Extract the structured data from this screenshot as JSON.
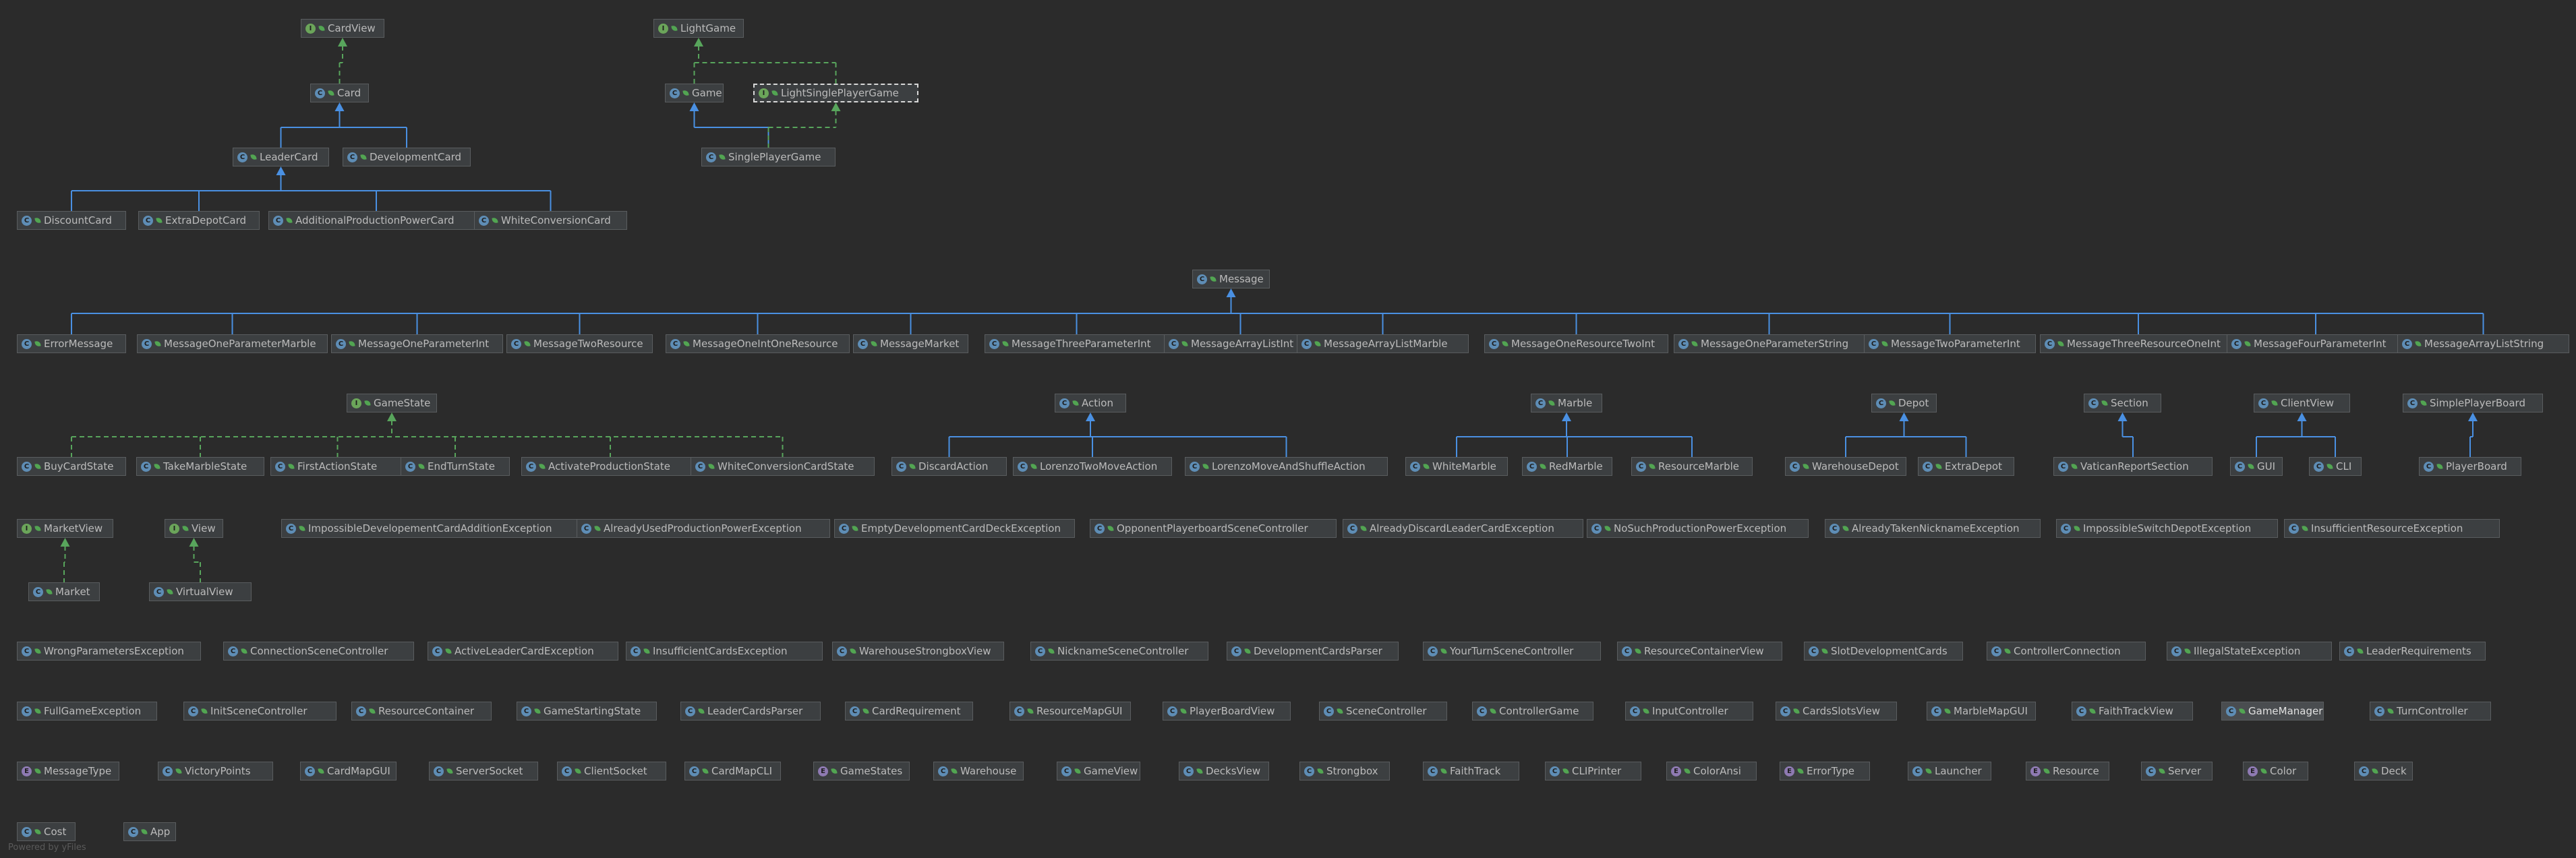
{
  "colors": {
    "background": "#2b2b2b",
    "node_fill": "#3c3f41",
    "node_border": "#5a5d5f",
    "extends_edge": "#4a90e2",
    "implements_edge": "#58a55c",
    "class_badge": "#5e8db5",
    "interface_badge": "#6ba55a"
  },
  "watermark": "Powered by yFiles",
  "nodes": [
    {
      "id": "CardView",
      "label": "CardView",
      "kind": "i"
    },
    {
      "id": "Card",
      "label": "Card",
      "kind": "a"
    },
    {
      "id": "LeaderCard",
      "label": "LeaderCard",
      "kind": "a"
    },
    {
      "id": "DevelopmentCard",
      "label": "DevelopmentCard",
      "kind": "c"
    },
    {
      "id": "DiscountCard",
      "label": "DiscountCard",
      "kind": "c"
    },
    {
      "id": "ExtraDepotCard",
      "label": "ExtraDepotCard",
      "kind": "c"
    },
    {
      "id": "AdditionalProductionPowerCard",
      "label": "AdditionalProductionPowerCard",
      "kind": "c"
    },
    {
      "id": "WhiteConversionCard",
      "label": "WhiteConversionCard",
      "kind": "c"
    },
    {
      "id": "LightGame",
      "label": "LightGame",
      "kind": "i"
    },
    {
      "id": "Game",
      "label": "Game",
      "kind": "c"
    },
    {
      "id": "LightSinglePlayerGame",
      "label": "LightSinglePlayerGame",
      "kind": "i"
    },
    {
      "id": "SinglePlayerGame",
      "label": "SinglePlayerGame",
      "kind": "c"
    },
    {
      "id": "Message",
      "label": "Message",
      "kind": "c"
    },
    {
      "id": "ErrorMessage",
      "label": "ErrorMessage",
      "kind": "c"
    },
    {
      "id": "MessageOneParameterMarble",
      "label": "MessageOneParameterMarble",
      "kind": "c"
    },
    {
      "id": "MessageOneParameterInt",
      "label": "MessageOneParameterInt",
      "kind": "c"
    },
    {
      "id": "MessageTwoResource",
      "label": "MessageTwoResource",
      "kind": "c"
    },
    {
      "id": "MessageOneIntOneResource",
      "label": "MessageOneIntOneResource",
      "kind": "c"
    },
    {
      "id": "MessageMarket",
      "label": "MessageMarket",
      "kind": "c"
    },
    {
      "id": "MessageThreeParameterInt",
      "label": "MessageThreeParameterInt",
      "kind": "c"
    },
    {
      "id": "MessageArrayListInt",
      "label": "MessageArrayListInt",
      "kind": "c"
    },
    {
      "id": "MessageArrayListMarble",
      "label": "MessageArrayListMarble",
      "kind": "c"
    },
    {
      "id": "MessageOneResourceTwoInt",
      "label": "MessageOneResourceTwoInt",
      "kind": "c"
    },
    {
      "id": "MessageOneParameterString",
      "label": "MessageOneParameterString",
      "kind": "c"
    },
    {
      "id": "MessageTwoParameterInt",
      "label": "MessageTwoParameterInt",
      "kind": "c"
    },
    {
      "id": "MessageThreeResourceOneInt",
      "label": "MessageThreeResourceOneInt",
      "kind": "c"
    },
    {
      "id": "MessageFourParameterInt",
      "label": "MessageFourParameterInt",
      "kind": "c"
    },
    {
      "id": "MessageArrayListString",
      "label": "MessageArrayListString",
      "kind": "c"
    },
    {
      "id": "GameState",
      "label": "GameState",
      "kind": "i"
    },
    {
      "id": "BuyCardState",
      "label": "BuyCardState",
      "kind": "c"
    },
    {
      "id": "TakeMarbleState",
      "label": "TakeMarbleState",
      "kind": "c"
    },
    {
      "id": "FirstActionState",
      "label": "FirstActionState",
      "kind": "c"
    },
    {
      "id": "EndTurnState",
      "label": "EndTurnState",
      "kind": "c"
    },
    {
      "id": "ActivateProductionState",
      "label": "ActivateProductionState",
      "kind": "c"
    },
    {
      "id": "WhiteConversionCardState",
      "label": "WhiteConversionCardState",
      "kind": "c"
    },
    {
      "id": "Action",
      "label": "Action",
      "kind": "c"
    },
    {
      "id": "DiscardAction",
      "label": "DiscardAction",
      "kind": "c"
    },
    {
      "id": "LorenzoTwoMoveAction",
      "label": "LorenzoTwoMoveAction",
      "kind": "c"
    },
    {
      "id": "LorenzoMoveAndShuffleAction",
      "label": "LorenzoMoveAndShuffleAction",
      "kind": "c"
    },
    {
      "id": "Marble",
      "label": "Marble",
      "kind": "a"
    },
    {
      "id": "WhiteMarble",
      "label": "WhiteMarble",
      "kind": "c"
    },
    {
      "id": "RedMarble",
      "label": "RedMarble",
      "kind": "c"
    },
    {
      "id": "ResourceMarble",
      "label": "ResourceMarble",
      "kind": "c"
    },
    {
      "id": "Depot",
      "label": "Depot",
      "kind": "c"
    },
    {
      "id": "WarehouseDepot",
      "label": "WarehouseDepot",
      "kind": "c"
    },
    {
      "id": "ExtraDepot",
      "label": "ExtraDepot",
      "kind": "c"
    },
    {
      "id": "Section",
      "label": "Section",
      "kind": "c"
    },
    {
      "id": "VaticanReportSection",
      "label": "VaticanReportSection",
      "kind": "c"
    },
    {
      "id": "ClientView",
      "label": "ClientView",
      "kind": "a"
    },
    {
      "id": "GUI",
      "label": "GUI",
      "kind": "c"
    },
    {
      "id": "CLI",
      "label": "CLI",
      "kind": "c"
    },
    {
      "id": "SimplePlayerBoard",
      "label": "SimplePlayerBoard",
      "kind": "c"
    },
    {
      "id": "PlayerBoard",
      "label": "PlayerBoard",
      "kind": "c"
    },
    {
      "id": "MarketView",
      "label": "MarketView",
      "kind": "i"
    },
    {
      "id": "Market",
      "label": "Market",
      "kind": "c"
    },
    {
      "id": "View",
      "label": "View",
      "kind": "i"
    },
    {
      "id": "VirtualView",
      "label": "VirtualView",
      "kind": "c"
    },
    {
      "id": "ImpossibleDevelopementCardAdditionException",
      "label": "ImpossibleDevelopementCardAdditionException",
      "kind": "c"
    },
    {
      "id": "AlreadyUsedProductionPowerException",
      "label": "AlreadyUsedProductionPowerException",
      "kind": "c"
    },
    {
      "id": "EmptyDevelopmentCardDeckException",
      "label": "EmptyDevelopmentCardDeckException",
      "kind": "c"
    },
    {
      "id": "OpponentPlayerboardSceneController",
      "label": "OpponentPlayerboardSceneController",
      "kind": "c"
    },
    {
      "id": "AlreadyDiscardLeaderCardException",
      "label": "AlreadyDiscardLeaderCardException",
      "kind": "c"
    },
    {
      "id": "NoSuchProductionPowerException",
      "label": "NoSuchProductionPowerException",
      "kind": "c"
    },
    {
      "id": "AlreadyTakenNicknameException",
      "label": "AlreadyTakenNicknameException",
      "kind": "c"
    },
    {
      "id": "ImpossibleSwitchDepotException",
      "label": "ImpossibleSwitchDepotException",
      "kind": "c"
    },
    {
      "id": "InsufficientResourceException",
      "label": "InsufficientResourceException",
      "kind": "c"
    },
    {
      "id": "WrongParametersException",
      "label": "WrongParametersException",
      "kind": "c"
    },
    {
      "id": "ConnectionSceneController",
      "label": "ConnectionSceneController",
      "kind": "c"
    },
    {
      "id": "ActiveLeaderCardException",
      "label": "ActiveLeaderCardException",
      "kind": "c"
    },
    {
      "id": "InsufficientCardsException",
      "label": "InsufficientCardsException",
      "kind": "c"
    },
    {
      "id": "WarehouseStrongboxView",
      "label": "WarehouseStrongboxView",
      "kind": "c"
    },
    {
      "id": "NicknameSceneController",
      "label": "NicknameSceneController",
      "kind": "c"
    },
    {
      "id": "DevelopmentCardsParser",
      "label": "DevelopmentCardsParser",
      "kind": "c"
    },
    {
      "id": "YourTurnSceneController",
      "label": "YourTurnSceneController",
      "kind": "c"
    },
    {
      "id": "ResourceContainerView",
      "label": "ResourceContainerView",
      "kind": "c"
    },
    {
      "id": "SlotDevelopmentCards",
      "label": "SlotDevelopmentCards",
      "kind": "c"
    },
    {
      "id": "ControllerConnection",
      "label": "ControllerConnection",
      "kind": "c"
    },
    {
      "id": "IllegalStateException",
      "label": "IllegalStateException",
      "kind": "c"
    },
    {
      "id": "LeaderRequirements",
      "label": "LeaderRequirements",
      "kind": "c"
    },
    {
      "id": "FullGameException",
      "label": "FullGameException",
      "kind": "c"
    },
    {
      "id": "InitSceneController",
      "label": "InitSceneController",
      "kind": "c"
    },
    {
      "id": "ResourceContainer",
      "label": "ResourceContainer",
      "kind": "c"
    },
    {
      "id": "GameStartingState",
      "label": "GameStartingState",
      "kind": "c"
    },
    {
      "id": "LeaderCardsParser",
      "label": "LeaderCardsParser",
      "kind": "c"
    },
    {
      "id": "CardRequirement",
      "label": "CardRequirement",
      "kind": "c"
    },
    {
      "id": "ResourceMapGUI",
      "label": "ResourceMapGUI",
      "kind": "c"
    },
    {
      "id": "PlayerBoardView",
      "label": "PlayerBoardView",
      "kind": "c"
    },
    {
      "id": "SceneController",
      "label": "SceneController",
      "kind": "c"
    },
    {
      "id": "ControllerGame",
      "label": "ControllerGame",
      "kind": "c"
    },
    {
      "id": "InputController",
      "label": "InputController",
      "kind": "c"
    },
    {
      "id": "CardsSlotsView",
      "label": "CardsSlotsView",
      "kind": "c"
    },
    {
      "id": "MarbleMapGUI",
      "label": "MarbleMapGUI",
      "kind": "c"
    },
    {
      "id": "FaithTrackView",
      "label": "FaithTrackView",
      "kind": "c"
    },
    {
      "id": "GameManager",
      "label": "GameManager",
      "kind": "c",
      "highlight": true
    },
    {
      "id": "TurnController",
      "label": "TurnController",
      "kind": "c"
    },
    {
      "id": "MessageType",
      "label": "MessageType",
      "kind": "e"
    },
    {
      "id": "VictoryPoints",
      "label": "VictoryPoints",
      "kind": "c"
    },
    {
      "id": "CardMapGUI",
      "label": "CardMapGUI",
      "kind": "c"
    },
    {
      "id": "ServerSocket",
      "label": "ServerSocket",
      "kind": "c"
    },
    {
      "id": "ClientSocket",
      "label": "ClientSocket",
      "kind": "c"
    },
    {
      "id": "CardMapCLI",
      "label": "CardMapCLI",
      "kind": "c"
    },
    {
      "id": "GameStates",
      "label": "GameStates",
      "kind": "e"
    },
    {
      "id": "Warehouse",
      "label": "Warehouse",
      "kind": "c"
    },
    {
      "id": "GameView",
      "label": "GameView",
      "kind": "c"
    },
    {
      "id": "DecksView",
      "label": "DecksView",
      "kind": "c"
    },
    {
      "id": "Strongbox",
      "label": "Strongbox",
      "kind": "c"
    },
    {
      "id": "FaithTrack",
      "label": "FaithTrack",
      "kind": "c"
    },
    {
      "id": "CLIPrinter",
      "label": "CLIPrinter",
      "kind": "c"
    },
    {
      "id": "ColorAnsi",
      "label": "ColorAnsi",
      "kind": "e"
    },
    {
      "id": "ErrorType",
      "label": "ErrorType",
      "kind": "e"
    },
    {
      "id": "Launcher",
      "label": "Launcher",
      "kind": "c"
    },
    {
      "id": "Resource",
      "label": "Resource",
      "kind": "e"
    },
    {
      "id": "Server",
      "label": "Server",
      "kind": "c"
    },
    {
      "id": "Color",
      "label": "Color",
      "kind": "e"
    },
    {
      "id": "Deck",
      "label": "Deck",
      "kind": "c"
    },
    {
      "id": "Cost",
      "label": "Cost",
      "kind": "c"
    },
    {
      "id": "App",
      "label": "App",
      "kind": "c"
    }
  ],
  "edges": [
    {
      "from": "Card",
      "to": "CardView",
      "type": "implements"
    },
    {
      "from": "LeaderCard",
      "to": "Card",
      "type": "extends"
    },
    {
      "from": "DevelopmentCard",
      "to": "Card",
      "type": "extends"
    },
    {
      "from": "DiscountCard",
      "to": "LeaderCard",
      "type": "extends"
    },
    {
      "from": "ExtraDepotCard",
      "to": "LeaderCard",
      "type": "extends"
    },
    {
      "from": "AdditionalProductionPowerCard",
      "to": "LeaderCard",
      "type": "extends"
    },
    {
      "from": "WhiteConversionCard",
      "to": "LeaderCard",
      "type": "extends"
    },
    {
      "from": "Game",
      "to": "LightGame",
      "type": "implements"
    },
    {
      "from": "LightSinglePlayerGame",
      "to": "LightGame",
      "type": "implements"
    },
    {
      "from": "SinglePlayerGame",
      "to": "Game",
      "type": "extends"
    },
    {
      "from": "SinglePlayerGame",
      "to": "LightSinglePlayerGame",
      "type": "implements"
    },
    {
      "from": "ErrorMessage",
      "to": "Message",
      "type": "extends"
    },
    {
      "from": "MessageOneParameterMarble",
      "to": "Message",
      "type": "extends"
    },
    {
      "from": "MessageOneParameterInt",
      "to": "Message",
      "type": "extends"
    },
    {
      "from": "MessageTwoResource",
      "to": "Message",
      "type": "extends"
    },
    {
      "from": "MessageOneIntOneResource",
      "to": "Message",
      "type": "extends"
    },
    {
      "from": "MessageMarket",
      "to": "Message",
      "type": "extends"
    },
    {
      "from": "MessageThreeParameterInt",
      "to": "Message",
      "type": "extends"
    },
    {
      "from": "MessageArrayListInt",
      "to": "Message",
      "type": "extends"
    },
    {
      "from": "MessageArrayListMarble",
      "to": "Message",
      "type": "extends"
    },
    {
      "from": "MessageOneResourceTwoInt",
      "to": "Message",
      "type": "extends"
    },
    {
      "from": "MessageOneParameterString",
      "to": "Message",
      "type": "extends"
    },
    {
      "from": "MessageTwoParameterInt",
      "to": "Message",
      "type": "extends"
    },
    {
      "from": "MessageThreeResourceOneInt",
      "to": "Message",
      "type": "extends"
    },
    {
      "from": "MessageFourParameterInt",
      "to": "Message",
      "type": "extends"
    },
    {
      "from": "MessageArrayListString",
      "to": "Message",
      "type": "extends"
    },
    {
      "from": "BuyCardState",
      "to": "GameState",
      "type": "implements"
    },
    {
      "from": "TakeMarbleState",
      "to": "GameState",
      "type": "implements"
    },
    {
      "from": "FirstActionState",
      "to": "GameState",
      "type": "implements"
    },
    {
      "from": "EndTurnState",
      "to": "GameState",
      "type": "implements"
    },
    {
      "from": "ActivateProductionState",
      "to": "GameState",
      "type": "implements"
    },
    {
      "from": "WhiteConversionCardState",
      "to": "GameState",
      "type": "implements"
    },
    {
      "from": "DiscardAction",
      "to": "Action",
      "type": "extends"
    },
    {
      "from": "LorenzoTwoMoveAction",
      "to": "Action",
      "type": "extends"
    },
    {
      "from": "LorenzoMoveAndShuffleAction",
      "to": "Action",
      "type": "extends"
    },
    {
      "from": "WhiteMarble",
      "to": "Marble",
      "type": "extends"
    },
    {
      "from": "RedMarble",
      "to": "Marble",
      "type": "extends"
    },
    {
      "from": "ResourceMarble",
      "to": "Marble",
      "type": "extends"
    },
    {
      "from": "WarehouseDepot",
      "to": "Depot",
      "type": "extends"
    },
    {
      "from": "ExtraDepot",
      "to": "Depot",
      "type": "extends"
    },
    {
      "from": "VaticanReportSection",
      "to": "Section",
      "type": "extends"
    },
    {
      "from": "GUI",
      "to": "ClientView",
      "type": "extends"
    },
    {
      "from": "CLI",
      "to": "ClientView",
      "type": "extends"
    },
    {
      "from": "PlayerBoard",
      "to": "SimplePlayerBoard",
      "type": "extends"
    },
    {
      "from": "Market",
      "to": "MarketView",
      "type": "implements"
    },
    {
      "from": "VirtualView",
      "to": "View",
      "type": "implements"
    }
  ]
}
